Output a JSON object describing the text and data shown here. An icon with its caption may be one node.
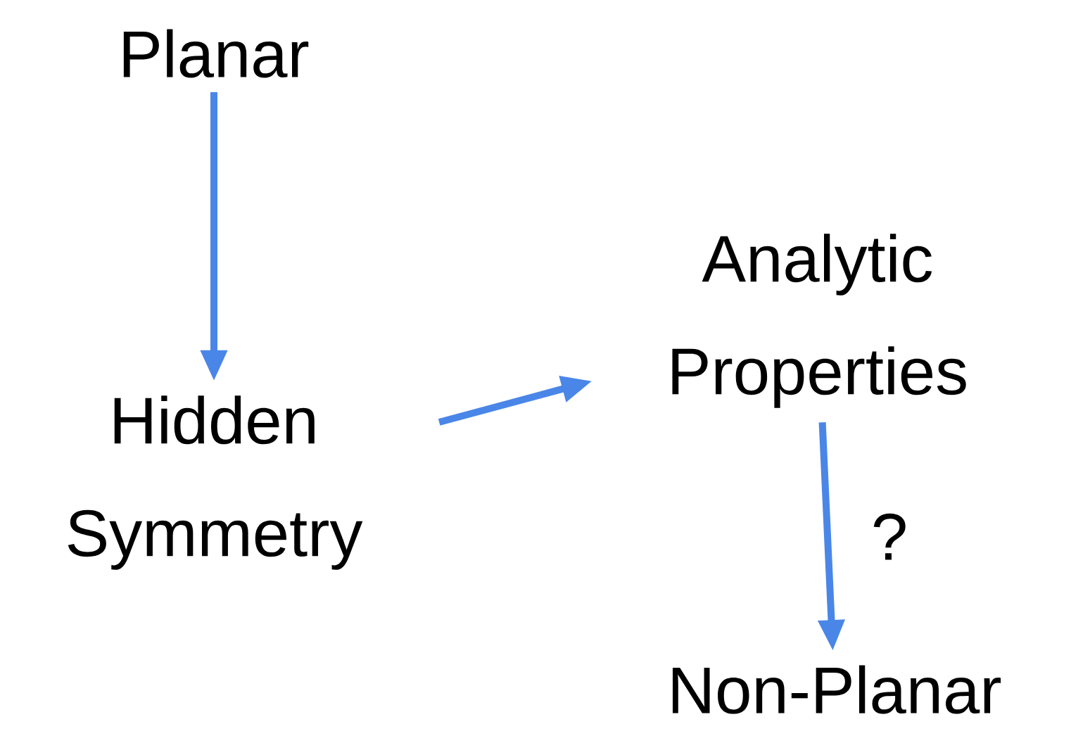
{
  "diagram": {
    "nodes": [
      {
        "text": [
          "Planar"
        ]
      },
      {
        "text": [
          "Hidden Symmetry"
        ]
      },
      {
        "text": [
          "Analytic Properties"
        ]
      },
      {
        "text": [
          "Non-Planar"
        ]
      }
    ],
    "edges": [
      {
        "from": 0,
        "to": 1,
        "arrow": "to"
      },
      {
        "from": 1,
        "to": 2,
        "arrow": "to"
      },
      {
        "from": 2,
        "to": 3,
        "arrow": "to",
        "label": "?"
      }
    ]
  }
}
